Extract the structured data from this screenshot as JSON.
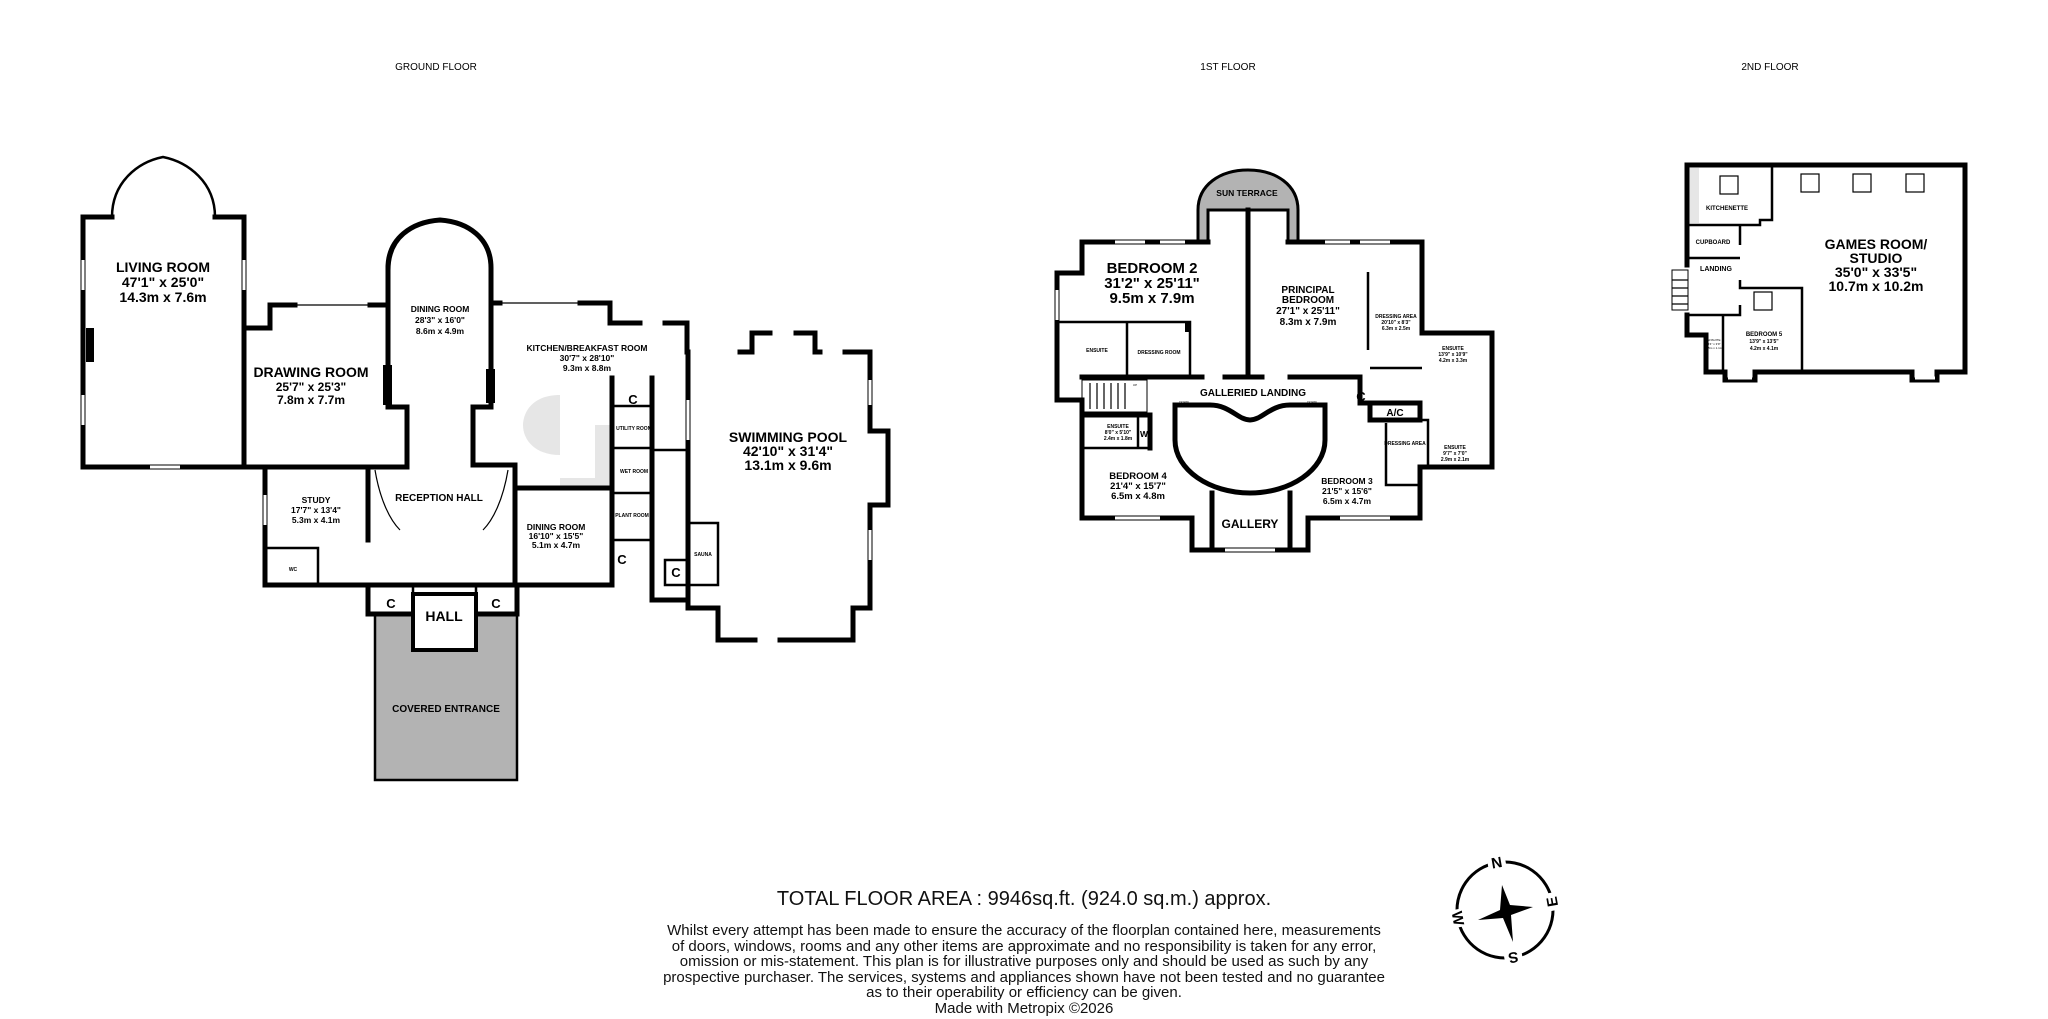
{
  "floors": [
    {
      "label": "GROUND FLOOR",
      "rooms": [
        {
          "name": "LIVING ROOM",
          "imperial": "47'1\"  x 25'0\"",
          "metric": "14.3m  x 7.6m"
        },
        {
          "name": "DRAWING ROOM",
          "imperial": "25'7\"  x 25'3\"",
          "metric": "7.8m  x 7.7m"
        },
        {
          "name": "DINING ROOM",
          "imperial": "28'3\"  x 16'0\"",
          "metric": "8.6m  x 4.9m"
        },
        {
          "name": "KITCHEN/BREAKFAST ROOM",
          "imperial": "30'7\"  x 28'10\"",
          "metric": "9.3m  x 8.8m"
        },
        {
          "name": "STUDY",
          "imperial": "17'7\"  x 13'4\"",
          "metric": "5.3m  x 4.1m"
        },
        {
          "name": "RECEPTION HALL"
        },
        {
          "name": "DINING ROOM",
          "imperial": "16'10\"  x 15'5\"",
          "metric": "5.1m  x 4.7m"
        },
        {
          "name": "SWIMMING POOL",
          "imperial": "42'10\"  x 31'4\"",
          "metric": "13.1m  x 9.6m"
        },
        {
          "name": "HALL"
        },
        {
          "name": "COVERED ENTRANCE"
        },
        {
          "name": "WC"
        },
        {
          "name": "UTILITY ROOM"
        },
        {
          "name": "WET ROOM"
        },
        {
          "name": "PLANT ROOM"
        },
        {
          "name": "SAUNA"
        }
      ],
      "cupboard_label": "C"
    },
    {
      "label": "1ST FLOOR",
      "rooms": [
        {
          "name": "BEDROOM 2",
          "imperial": "31'2\"  x 25'11\"",
          "metric": "9.5m  x 7.9m"
        },
        {
          "name": "PRINCIPAL",
          "name2": "BEDROOM",
          "imperial": "27'1\"  x 25'11\"",
          "metric": "8.3m  x 7.9m"
        },
        {
          "name": "SUN TERRACE"
        },
        {
          "name": "DRESSING AREA",
          "imperial": "20'10\" x 8'3\"",
          "metric": "6.3m x 2.5m"
        },
        {
          "name": "ENSUITE"
        },
        {
          "name": "DRESSING ROOM"
        },
        {
          "name": "GALLERIED LANDING"
        },
        {
          "name": "ENSUITE",
          "imperial": "13'9\" x 10'9\"",
          "metric": "4.2m x 3.3m"
        },
        {
          "name": "A/C"
        },
        {
          "name": "ENSUITE",
          "imperial": "8'0\" x 5'10\"",
          "metric": "2.4m x 1.8m"
        },
        {
          "name": "W"
        },
        {
          "name": "BEDROOM 4",
          "imperial": "21'4\"  x 15'7\"",
          "metric": "6.5m  x 4.8m"
        },
        {
          "name": "BEDROOM 3",
          "imperial": "21'5\"  x 15'6\"",
          "metric": "6.5m  x 4.7m"
        },
        {
          "name": "GALLERY"
        },
        {
          "name": "DRESSING AREA"
        },
        {
          "name": "ENSUITE",
          "imperial": "9'7\" x 7'0\"",
          "metric": "2.9m x 2.1m"
        }
      ],
      "cupboard_label": "C",
      "stair_labels": [
        "DOWN",
        "DOWN",
        "UP"
      ]
    },
    {
      "label": "2ND FLOOR",
      "rooms": [
        {
          "name": "GAMES ROOM/",
          "name2": "STUDIO",
          "imperial": "35'0\"  x 33'5\"",
          "metric": "10.7m  x 10.2m"
        },
        {
          "name": "KITCHENETTE"
        },
        {
          "name": "CUPBOARD"
        },
        {
          "name": "LANDING"
        },
        {
          "name": "BEDROOM 5",
          "imperial": "13'9\"  x 13'5\"",
          "metric": "4.2m  x 4.1m"
        },
        {
          "name": "ENSUITE",
          "imperial": "8'4\" x 3'9\"",
          "metric": "2.5m x 1.1m"
        }
      ]
    }
  ],
  "compass": {
    "icon": "compass-rose-icon",
    "north": "N",
    "south": "S",
    "east": "E",
    "west": "W",
    "rotation_deg": 170
  },
  "footer": {
    "total_area": "TOTAL FLOOR AREA : 9946sq.ft. (924.0 sq.m.) approx.",
    "disclaimer": [
      "Whilst every attempt has been made to ensure the accuracy of the floorplan contained here, measurements",
      "of doors, windows, rooms and any other items are approximate and no responsibility is taken for any error,",
      "omission or mis-statement. This plan is for illustrative purposes only and should be used as such by any",
      "prospective purchaser. The services, systems and appliances shown have not been tested and no guarantee",
      "as to their operability or efficiency can be given."
    ],
    "credit": "Made with Metropix ©2026"
  },
  "colors": {
    "wall": "#000000",
    "shaded_area": "#b3b3b3",
    "fixture_fill": "#e6e6e6"
  }
}
